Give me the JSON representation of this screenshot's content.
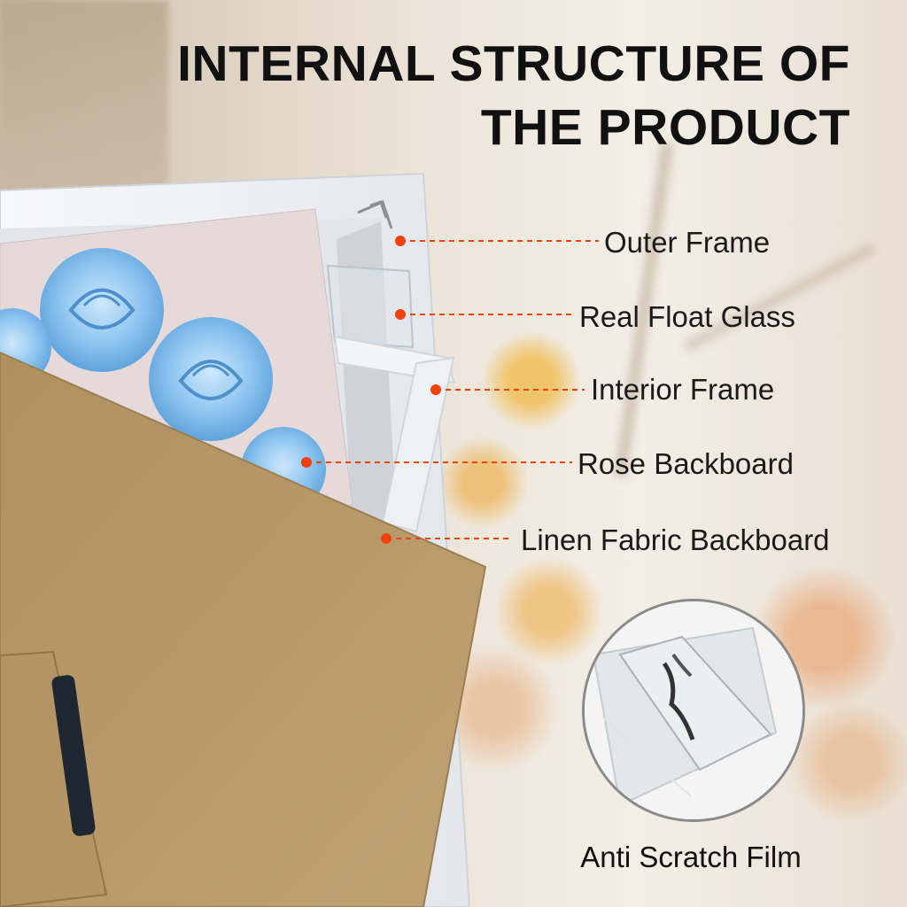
{
  "title_lines": [
    "INTERNAL STRUCTURE OF",
    "THE PRODUCT"
  ],
  "callouts": [
    {
      "label": "Outer Frame"
    },
    {
      "label": "Real Float Glass"
    },
    {
      "label": "Interior Frame"
    },
    {
      "label": "Rose Backboard"
    },
    {
      "label": "Linen Fabric Backboard"
    }
  ],
  "film_label": "Anti Scratch Film",
  "colors": {
    "callout_dot": "#f0410e",
    "kraft": "#b89a6c",
    "frame_white": "#f2f3f6",
    "rose_blue": "#86c1ee"
  },
  "icons": [
    "frame-corner-icon",
    "callout-dot-icon"
  ]
}
